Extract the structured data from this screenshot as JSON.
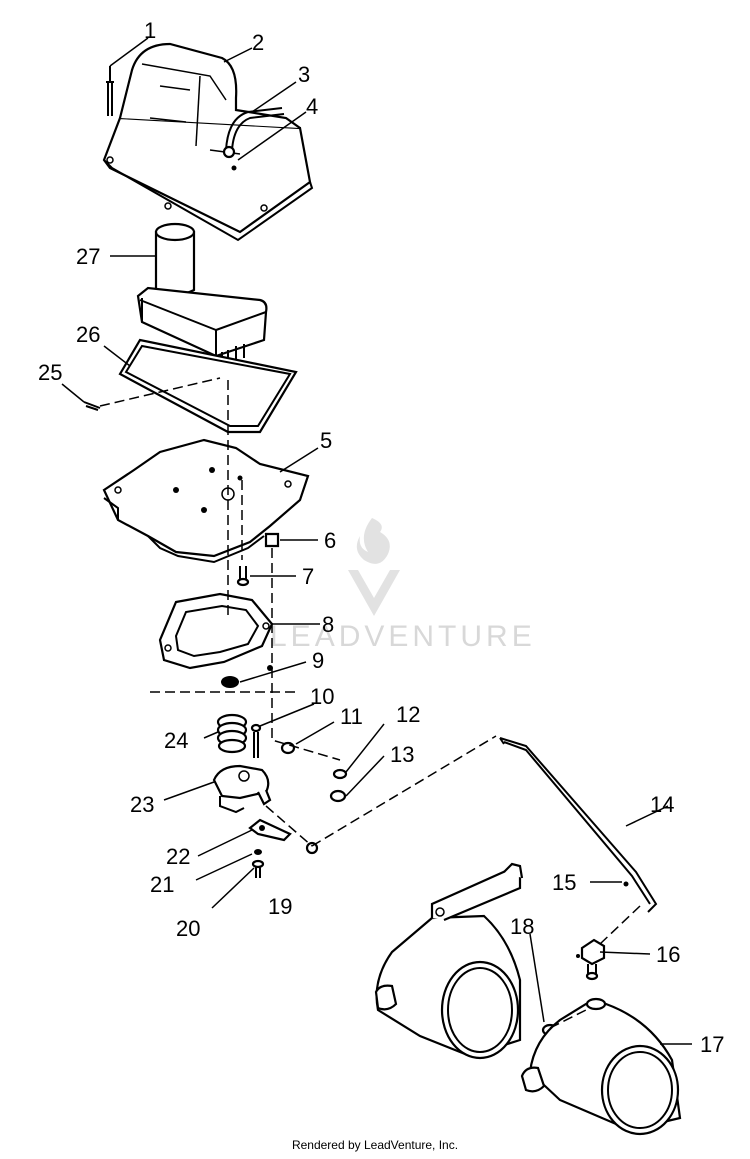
{
  "callouts": [
    {
      "num": "1"
    },
    {
      "num": "2"
    },
    {
      "num": "3"
    },
    {
      "num": "4"
    },
    {
      "num": "5"
    },
    {
      "num": "6"
    },
    {
      "num": "7"
    },
    {
      "num": "8"
    },
    {
      "num": "9"
    },
    {
      "num": "10"
    },
    {
      "num": "11"
    },
    {
      "num": "12"
    },
    {
      "num": "13"
    },
    {
      "num": "14"
    },
    {
      "num": "15"
    },
    {
      "num": "16"
    },
    {
      "num": "17"
    },
    {
      "num": "18"
    },
    {
      "num": "19"
    },
    {
      "num": "20"
    },
    {
      "num": "21"
    },
    {
      "num": "22"
    },
    {
      "num": "23"
    },
    {
      "num": "24"
    },
    {
      "num": "25"
    },
    {
      "num": "26"
    },
    {
      "num": "27"
    }
  ],
  "watermark": {
    "text": "LEADVENTURE"
  },
  "footer": {
    "text": "Rendered by LeadVenture, Inc."
  }
}
